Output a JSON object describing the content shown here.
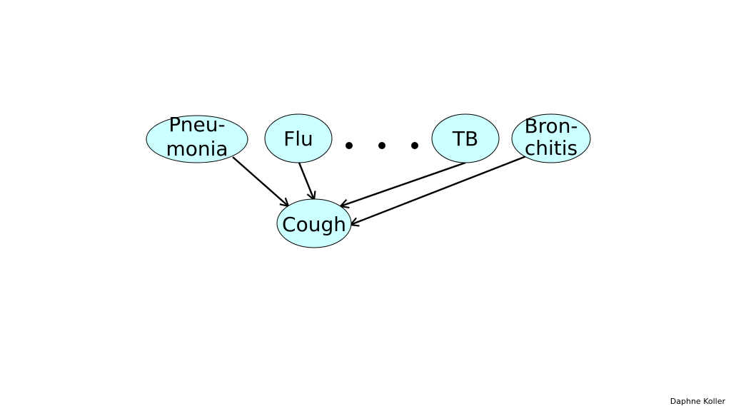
{
  "nodes": {
    "pneumonia": {
      "line1": "Pneu-",
      "line2": "monia"
    },
    "flu": {
      "label": "Flu"
    },
    "tb": {
      "label": "TB"
    },
    "bronchitis": {
      "line1": "Bron-",
      "line2": "chitis"
    },
    "cough": {
      "label": "Cough"
    }
  },
  "edges": [
    {
      "from": "pneumonia",
      "to": "cough"
    },
    {
      "from": "flu",
      "to": "cough"
    },
    {
      "from": "tb",
      "to": "cough"
    },
    {
      "from": "bronchitis",
      "to": "cough"
    }
  ],
  "colors": {
    "node_fill": "#ccffff",
    "node_stroke": "#000000",
    "edge": "#000000"
  },
  "ellipsis_count": 3,
  "footer": {
    "author": "Daphne Koller"
  }
}
